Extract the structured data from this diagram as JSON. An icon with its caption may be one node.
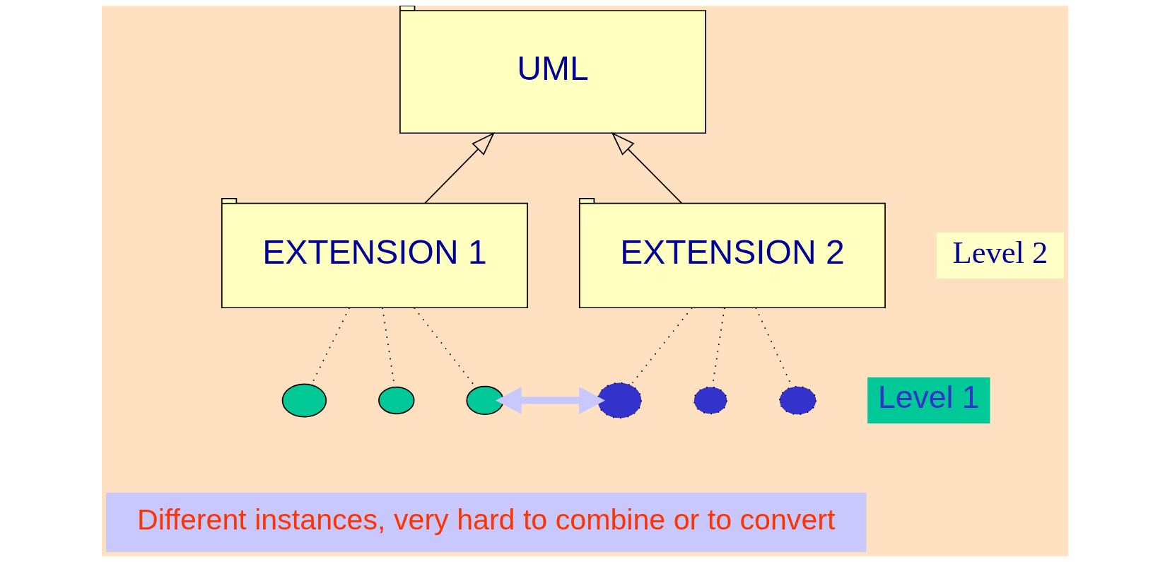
{
  "diagram": {
    "nodes": [
      {
        "text": [
          "UML"
        ]
      },
      {
        "text": [
          "EXTENSION 1"
        ]
      },
      {
        "text": [
          "EXTENSION 2"
        ]
      },
      {
        "text": [],
        "shape": "circle"
      },
      {
        "text": [],
        "shape": "circle"
      },
      {
        "text": [],
        "shape": "circle"
      },
      {
        "text": [],
        "shape": "circle"
      },
      {
        "text": [],
        "shape": "circle"
      },
      {
        "text": [],
        "shape": "circle"
      },
      {
        "text": [
          "Level 2"
        ]
      },
      {
        "text": [
          "Level 1"
        ]
      },
      {
        "text": [
          "Different instances, very hard to combine or to convert"
        ]
      }
    ],
    "edges": [
      {
        "from": 1,
        "to": 0,
        "arrow": "to"
      },
      {
        "from": 2,
        "to": 0,
        "arrow": "to"
      },
      {
        "from": 1,
        "to": 3,
        "arrow": "none",
        "style": "dashed"
      },
      {
        "from": 1,
        "to": 4,
        "arrow": "none",
        "style": "dashed"
      },
      {
        "from": 1,
        "to": 5,
        "arrow": "none",
        "style": "dashed"
      },
      {
        "from": 2,
        "to": 6,
        "arrow": "none",
        "style": "dashed"
      },
      {
        "from": 2,
        "to": 7,
        "arrow": "none",
        "style": "dashed"
      },
      {
        "from": 2,
        "to": 8,
        "arrow": "none",
        "style": "dashed"
      },
      {
        "from": 5,
        "to": 6,
        "arrow": "both",
        "style": "thick",
        "color": "#c8c8ff"
      }
    ]
  }
}
